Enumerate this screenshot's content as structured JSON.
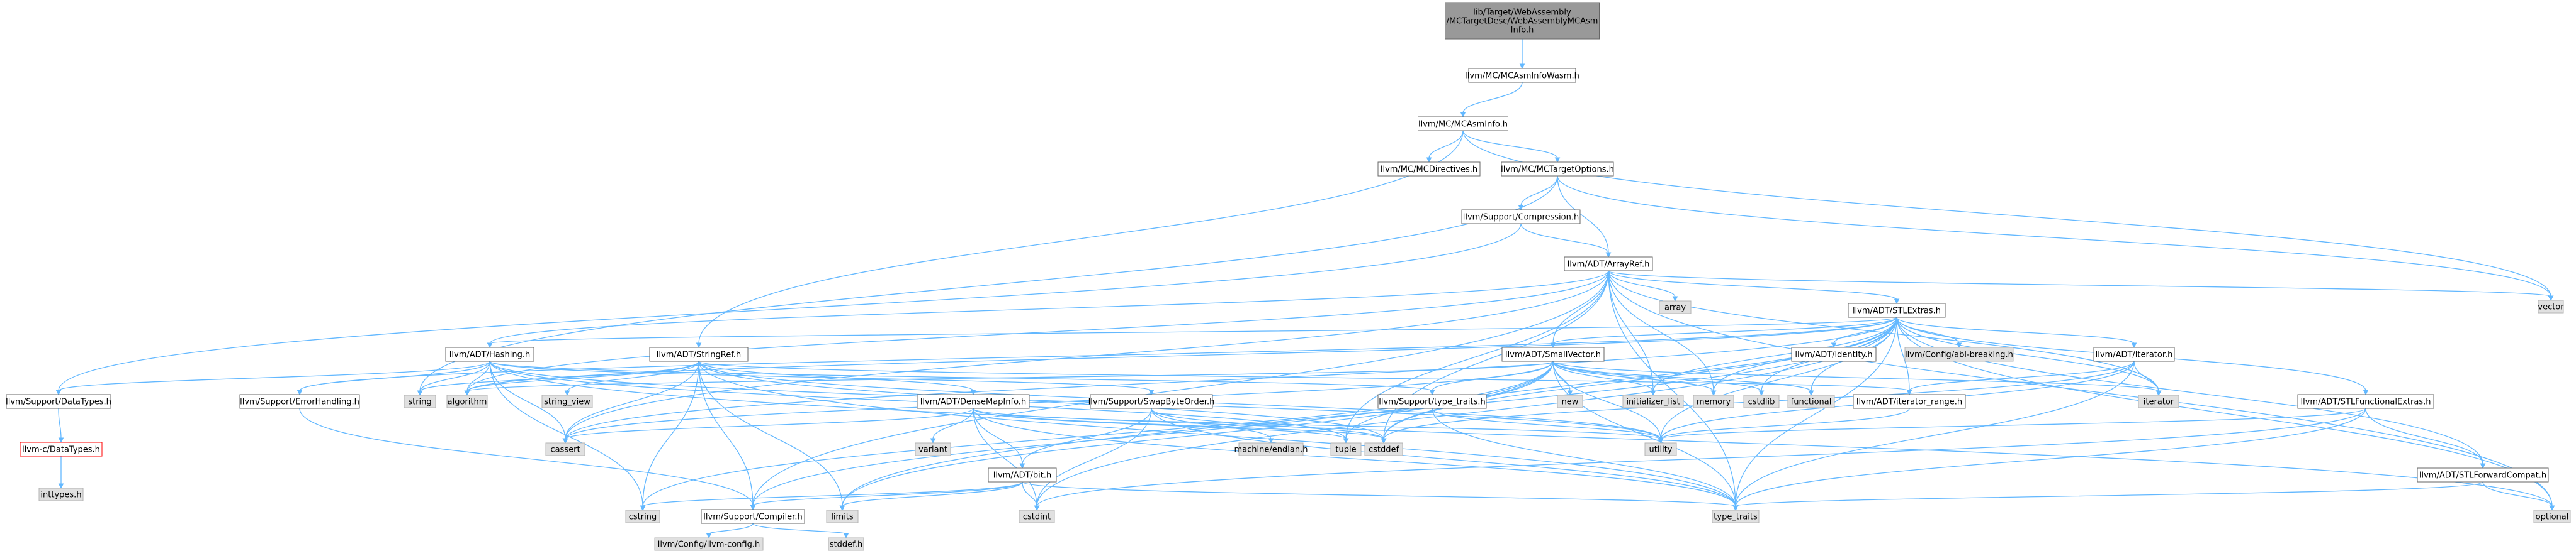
{
  "colors": {
    "root_fill": "#999999",
    "internal_fill": "#ffffff",
    "internal_stroke": "#666666",
    "system_fill": "#e0e0e0",
    "system_stroke": "#b3b3b3",
    "highlight_stroke": "#ff0000",
    "edge": "#63b8ff"
  },
  "nodes": [
    {
      "id": "root",
      "label": "lib/Target/WebAssembly\n/MCTargetDesc/WebAssemblyMCAsm\nInfo.h",
      "kind": "root"
    },
    {
      "id": "mcasminfowasm",
      "label": "llvm/MC/MCAsmInfoWasm.h",
      "kind": "internal"
    },
    {
      "id": "mcasminfo",
      "label": "llvm/MC/MCAsmInfo.h",
      "kind": "internal"
    },
    {
      "id": "mcdirectives",
      "label": "llvm/MC/MCDirectives.h",
      "kind": "internal"
    },
    {
      "id": "mctargetoptions",
      "label": "llvm/MC/MCTargetOptions.h",
      "kind": "internal"
    },
    {
      "id": "compression",
      "label": "llvm/Support/Compression.h",
      "kind": "internal"
    },
    {
      "id": "arrayref",
      "label": "llvm/ADT/ArrayRef.h",
      "kind": "internal"
    },
    {
      "id": "vector",
      "label": "vector",
      "kind": "system"
    },
    {
      "id": "array",
      "label": "array",
      "kind": "system"
    },
    {
      "id": "stlextras",
      "label": "llvm/ADT/STLExtras.h",
      "kind": "internal"
    },
    {
      "id": "hashing",
      "label": "llvm/ADT/Hashing.h",
      "kind": "internal"
    },
    {
      "id": "stringref",
      "label": "llvm/ADT/StringRef.h",
      "kind": "internal"
    },
    {
      "id": "smallvector",
      "label": "llvm/ADT/SmallVector.h",
      "kind": "internal"
    },
    {
      "id": "identity",
      "label": "llvm/ADT/identity.h",
      "kind": "internal"
    },
    {
      "id": "abibreaking",
      "label": "llvm/Config/abi-breaking.h",
      "kind": "system"
    },
    {
      "id": "iteratorh",
      "label": "llvm/ADT/iterator.h",
      "kind": "internal"
    },
    {
      "id": "datatypes",
      "label": "llvm/Support/DataTypes.h",
      "kind": "internal"
    },
    {
      "id": "cdatatypes",
      "label": "llvm-c/DataTypes.h",
      "kind": "highlight"
    },
    {
      "id": "inttypes",
      "label": "inttypes.h",
      "kind": "system"
    },
    {
      "id": "errorhandling",
      "label": "llvm/Support/ErrorHandling.h",
      "kind": "internal"
    },
    {
      "id": "string",
      "label": "string",
      "kind": "system"
    },
    {
      "id": "algorithm",
      "label": "algorithm",
      "kind": "system"
    },
    {
      "id": "string_view",
      "label": "string_view",
      "kind": "system"
    },
    {
      "id": "densemapinfo",
      "label": "llvm/ADT/DenseMapInfo.h",
      "kind": "internal"
    },
    {
      "id": "swapbyteorder",
      "label": "llvm/Support/SwapByteOrder.h",
      "kind": "internal"
    },
    {
      "id": "typetraitsh",
      "label": "llvm/Support/type_traits.h",
      "kind": "internal"
    },
    {
      "id": "new",
      "label": "new",
      "kind": "system"
    },
    {
      "id": "initializer_list",
      "label": "initializer_list",
      "kind": "system"
    },
    {
      "id": "memory",
      "label": "memory",
      "kind": "system"
    },
    {
      "id": "cstdlib",
      "label": "cstdlib",
      "kind": "system"
    },
    {
      "id": "functional",
      "label": "functional",
      "kind": "system"
    },
    {
      "id": "iterator_range",
      "label": "llvm/ADT/iterator_range.h",
      "kind": "internal"
    },
    {
      "id": "iterator",
      "label": "iterator",
      "kind": "system"
    },
    {
      "id": "stlfunctionalextras",
      "label": "llvm/ADT/STLFunctionalExtras.h",
      "kind": "internal"
    },
    {
      "id": "cassert",
      "label": "cassert",
      "kind": "system"
    },
    {
      "id": "variant",
      "label": "variant",
      "kind": "system"
    },
    {
      "id": "machineendian",
      "label": "machine/endian.h",
      "kind": "system"
    },
    {
      "id": "tuple",
      "label": "tuple",
      "kind": "system"
    },
    {
      "id": "cstddef",
      "label": "cstddef",
      "kind": "system"
    },
    {
      "id": "utility",
      "label": "utility",
      "kind": "system"
    },
    {
      "id": "bit",
      "label": "llvm/ADT/bit.h",
      "kind": "internal"
    },
    {
      "id": "cstring",
      "label": "cstring",
      "kind": "system"
    },
    {
      "id": "compiler",
      "label": "llvm/Support/Compiler.h",
      "kind": "internal"
    },
    {
      "id": "limits",
      "label": "limits",
      "kind": "system"
    },
    {
      "id": "cstdint",
      "label": "cstdint",
      "kind": "system"
    },
    {
      "id": "type_traits",
      "label": "type_traits",
      "kind": "system"
    },
    {
      "id": "stlforwardcompat",
      "label": "llvm/ADT/STLForwardCompat.h",
      "kind": "internal"
    },
    {
      "id": "optional",
      "label": "optional",
      "kind": "system"
    },
    {
      "id": "llvmconfig",
      "label": "llvm/Config/llvm-config.h",
      "kind": "system"
    },
    {
      "id": "stddef",
      "label": "stddef.h",
      "kind": "system"
    }
  ],
  "edges": [
    [
      "root",
      "mcasminfowasm"
    ],
    [
      "mcasminfowasm",
      "mcasminfo"
    ],
    [
      "mcasminfo",
      "mcdirectives"
    ],
    [
      "mcasminfo",
      "mctargetoptions"
    ],
    [
      "mcasminfo",
      "vector"
    ],
    [
      "mcasminfo",
      "stringref"
    ],
    [
      "mctargetoptions",
      "compression"
    ],
    [
      "mctargetoptions",
      "arrayref"
    ],
    [
      "mctargetoptions",
      "string"
    ],
    [
      "mctargetoptions",
      "vector"
    ],
    [
      "compression",
      "arrayref"
    ],
    [
      "compression",
      "datatypes"
    ],
    [
      "arrayref",
      "array"
    ],
    [
      "arrayref",
      "stlextras"
    ],
    [
      "arrayref",
      "hashing"
    ],
    [
      "arrayref",
      "smallvector"
    ],
    [
      "arrayref",
      "algorithm"
    ],
    [
      "arrayref",
      "cassert"
    ],
    [
      "arrayref",
      "compiler"
    ],
    [
      "arrayref",
      "cstddef"
    ],
    [
      "arrayref",
      "initializer_list"
    ],
    [
      "arrayref",
      "iterator"
    ],
    [
      "arrayref",
      "memory"
    ],
    [
      "arrayref",
      "optional"
    ],
    [
      "arrayref",
      "type_traits"
    ],
    [
      "arrayref",
      "vector"
    ],
    [
      "arrayref",
      "tuple"
    ],
    [
      "stlextras",
      "hashing"
    ],
    [
      "stlextras",
      "smallvector"
    ],
    [
      "stlextras",
      "identity"
    ],
    [
      "stlextras",
      "abibreaking"
    ],
    [
      "stlextras",
      "iteratorh"
    ],
    [
      "stlextras",
      "stlfunctionalextras"
    ],
    [
      "stlextras",
      "stlforwardcompat"
    ],
    [
      "stlextras",
      "iterator_range"
    ],
    [
      "stlextras",
      "errorhandling"
    ],
    [
      "stlextras",
      "algorithm"
    ],
    [
      "stlextras",
      "cassert"
    ],
    [
      "stlextras",
      "cstddef"
    ],
    [
      "stlextras",
      "cstdint"
    ],
    [
      "stlextras",
      "cstdlib"
    ],
    [
      "stlextras",
      "functional"
    ],
    [
      "stlextras",
      "initializer_list"
    ],
    [
      "stlextras",
      "iterator"
    ],
    [
      "stlextras",
      "limits"
    ],
    [
      "stlextras",
      "memory"
    ],
    [
      "stlextras",
      "optional"
    ],
    [
      "stlextras",
      "tuple"
    ],
    [
      "stlextras",
      "type_traits"
    ],
    [
      "stlextras",
      "utility"
    ],
    [
      "hashing",
      "datatypes"
    ],
    [
      "hashing",
      "errorhandling"
    ],
    [
      "hashing",
      "swapbyteorder"
    ],
    [
      "hashing",
      "typetraitsh"
    ],
    [
      "hashing",
      "algorithm"
    ],
    [
      "hashing",
      "cassert"
    ],
    [
      "hashing",
      "cstring"
    ],
    [
      "hashing",
      "optional"
    ],
    [
      "hashing",
      "string"
    ],
    [
      "hashing",
      "tuple"
    ],
    [
      "hashing",
      "utility"
    ],
    [
      "stringref",
      "densemapinfo"
    ],
    [
      "stringref",
      "iterator_range"
    ],
    [
      "stringref",
      "compiler"
    ],
    [
      "stringref",
      "algorithm"
    ],
    [
      "stringref",
      "cassert"
    ],
    [
      "stringref",
      "cstddef"
    ],
    [
      "stringref",
      "cstring"
    ],
    [
      "stringref",
      "limits"
    ],
    [
      "stringref",
      "string"
    ],
    [
      "stringref",
      "string_view"
    ],
    [
      "stringref",
      "type_traits"
    ],
    [
      "stringref",
      "utility"
    ],
    [
      "smallvector",
      "compiler"
    ],
    [
      "smallvector",
      "typetraitsh"
    ],
    [
      "smallvector",
      "algorithm"
    ],
    [
      "smallvector",
      "cassert"
    ],
    [
      "smallvector",
      "cstddef"
    ],
    [
      "smallvector",
      "cstdlib"
    ],
    [
      "smallvector",
      "cstring"
    ],
    [
      "smallvector",
      "functional"
    ],
    [
      "smallvector",
      "initializer_list"
    ],
    [
      "smallvector",
      "iterator"
    ],
    [
      "smallvector",
      "limits"
    ],
    [
      "smallvector",
      "memory"
    ],
    [
      "smallvector",
      "new"
    ],
    [
      "smallvector",
      "type_traits"
    ],
    [
      "smallvector",
      "utility"
    ],
    [
      "iteratorh",
      "iterator_range"
    ],
    [
      "iteratorh",
      "cstddef"
    ],
    [
      "iteratorh",
      "iterator"
    ],
    [
      "iteratorh",
      "type_traits"
    ],
    [
      "iteratorh",
      "utility"
    ],
    [
      "datatypes",
      "cdatatypes"
    ],
    [
      "cdatatypes",
      "inttypes"
    ],
    [
      "errorhandling",
      "compiler"
    ],
    [
      "densemapinfo",
      "cassert"
    ],
    [
      "densemapinfo",
      "cstddef"
    ],
    [
      "densemapinfo",
      "cstdint"
    ],
    [
      "densemapinfo",
      "tuple"
    ],
    [
      "densemapinfo",
      "type_traits"
    ],
    [
      "densemapinfo",
      "utility"
    ],
    [
      "densemapinfo",
      "variant"
    ],
    [
      "densemapinfo",
      "bit"
    ],
    [
      "swapbyteorder",
      "bit"
    ],
    [
      "swapbyteorder",
      "cstddef"
    ],
    [
      "swapbyteorder",
      "cstdint"
    ],
    [
      "swapbyteorder",
      "type_traits"
    ],
    [
      "swapbyteorder",
      "machineendian"
    ],
    [
      "typetraitsh",
      "type_traits"
    ],
    [
      "typetraitsh",
      "utility"
    ],
    [
      "iterator_range",
      "utility"
    ],
    [
      "stlfunctionalextras",
      "stlforwardcompat"
    ],
    [
      "stlfunctionalextras",
      "cstdint"
    ],
    [
      "stlfunctionalextras",
      "type_traits"
    ],
    [
      "stlfunctionalextras",
      "utility"
    ],
    [
      "stlforwardcompat",
      "optional"
    ],
    [
      "stlforwardcompat",
      "type_traits"
    ],
    [
      "bit",
      "compiler"
    ],
    [
      "bit",
      "cstdint"
    ],
    [
      "bit",
      "limits"
    ],
    [
      "bit",
      "type_traits"
    ],
    [
      "bit",
      "cstring"
    ],
    [
      "compiler",
      "llvmconfig"
    ],
    [
      "compiler",
      "stddef"
    ]
  ]
}
